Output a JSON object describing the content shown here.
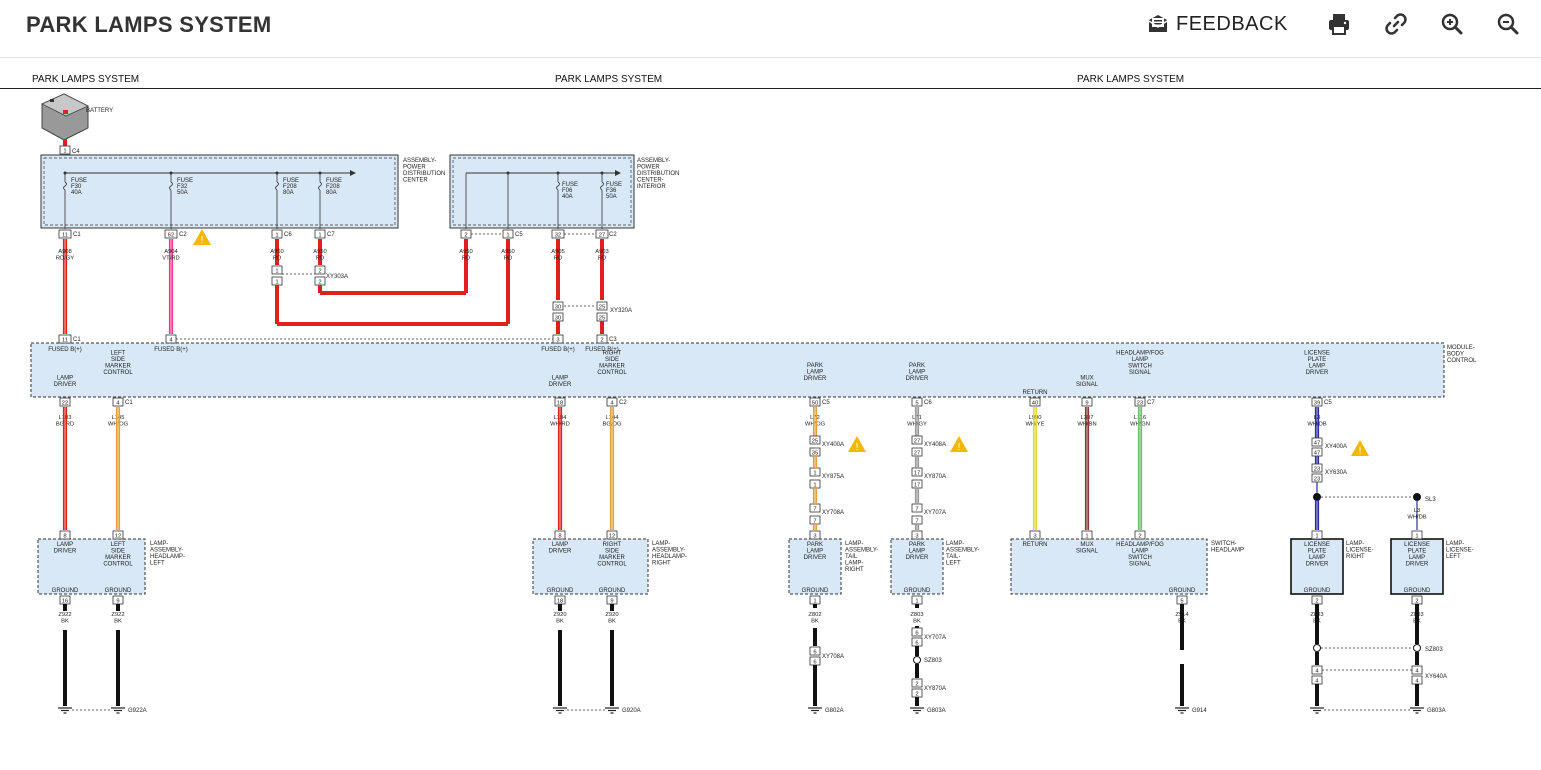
{
  "header": {
    "title": "PARK LAMPS SYSTEM",
    "feedback_label": "FEEDBACK",
    "icons": [
      "feedback-icon",
      "print-icon",
      "link-icon",
      "zoom-in-icon",
      "zoom-out-icon"
    ]
  },
  "diagram": {
    "section_headers": [
      "PARK LAMPS SYSTEM",
      "PARK LAMPS SYSTEM",
      "PARK LAMPS SYSTEM"
    ],
    "battery_label": "BATTERY",
    "battery_connector": "C4",
    "pdc": {
      "name": [
        "ASSEMBLY-",
        "POWER",
        "DISTRIBUTION",
        "CENTER"
      ],
      "fuses": [
        {
          "label": "FUSE",
          "id": "F30",
          "amps": "40A",
          "pin": "11",
          "conn": "C1",
          "wire": "A908",
          "color": "RD/GY"
        },
        {
          "label": "FUSE",
          "id": "F32",
          "amps": "50A",
          "pin": "62",
          "conn": "C2",
          "wire": "A904",
          "color": "VT/RD"
        },
        {
          "label": "FUSE",
          "id": "F208",
          "amps": "80A",
          "pin": "1",
          "conn": "C6",
          "wire": "A950",
          "color": "RD"
        },
        {
          "label": "FUSE",
          "id": "F208",
          "amps": "80A",
          "pin": "1",
          "conn": "C7",
          "wire": "A950",
          "color": "RD"
        }
      ]
    },
    "pdc_interior": {
      "name": [
        "ASSEMBLY-",
        "POWER",
        "DISTRIBUTION",
        "CENTER-",
        "INTERIOR"
      ],
      "fuses": [
        {
          "label": "FUSE",
          "id": "F06",
          "amps": "40A",
          "pin": "32",
          "conn": "",
          "wire": "A905",
          "color": "RD"
        },
        {
          "label": "FUSE",
          "id": "F36",
          "amps": "50A",
          "pin": "27",
          "conn": "C2",
          "wire": "A903",
          "color": "RD"
        }
      ],
      "inputs": [
        {
          "pin": "2",
          "wire": "A950",
          "color": "RD"
        },
        {
          "pin": "1",
          "conn": "C5",
          "wire": "A950",
          "color": "RD"
        }
      ]
    },
    "inline": {
      "xy303a": "XY303A",
      "xy320a": "XY320A",
      "pins_303": [
        "1",
        "2",
        "1",
        "2"
      ],
      "pins_320": [
        "30",
        "25",
        "30",
        "25"
      ]
    },
    "bcm": {
      "name": [
        "MODULE-",
        "BODY",
        "CONTROL"
      ],
      "inputs": [
        {
          "pin": "11",
          "conn": "C1",
          "label": "FUSED B(+)"
        },
        {
          "pin": "4",
          "conn": "",
          "label": "FUSED B(+)"
        },
        {
          "pin": "3",
          "conn": "",
          "label": "FUSED B(+)"
        },
        {
          "pin": "2",
          "conn": "C3",
          "label": "FUSED B(+)"
        }
      ],
      "outputs": [
        {
          "label": [
            "LAMP",
            "DRIVER"
          ],
          "pin": "22",
          "conn": "",
          "wire": "L103",
          "color": "BG/RD"
        },
        {
          "label": [
            "LEFT",
            "SIDE",
            "MARKER",
            "CONTROL"
          ],
          "pin": "4",
          "conn": "C1",
          "wire": "L145",
          "color": "WH/OG"
        },
        {
          "label": [
            "LAMP",
            "DRIVER"
          ],
          "pin": "18",
          "conn": "",
          "wire": "L104",
          "color": "WH/RD"
        },
        {
          "label": [
            "RIGHT",
            "SIDE",
            "MARKER",
            "CONTROL"
          ],
          "pin": "4",
          "conn": "C2",
          "wire": "L144",
          "color": "BG/OG"
        },
        {
          "label": [
            "PARK",
            "LAMP",
            "DRIVER"
          ],
          "pin": "50",
          "conn": "C5",
          "wire": "L72",
          "color": "WH/OG"
        },
        {
          "label": [
            "PARK",
            "LAMP",
            "DRIVER"
          ],
          "pin": "5",
          "conn": "C6",
          "wire": "L71",
          "color": "WH/GY"
        },
        {
          "label": [
            "RETURN"
          ],
          "pin": "40",
          "conn": "",
          "wire": "L900",
          "color": "WH/YE"
        },
        {
          "label": [
            "MUX",
            "SIGNAL"
          ],
          "pin": "9",
          "conn": "",
          "wire": "L307",
          "color": "WH/BN"
        },
        {
          "label": [
            "HEADLAMP/FOG",
            "LAMP",
            "SWITCH",
            "SIGNAL"
          ],
          "pin": "23",
          "conn": "C7",
          "wire": "L116",
          "color": "WH/GN"
        },
        {
          "label": [
            "LICENSE",
            "PLATE",
            "LAMP",
            "DRIVER"
          ],
          "pin": "39",
          "conn": "C5",
          "wire": "L3",
          "color": "WH/DB"
        }
      ]
    },
    "inline_lower": {
      "park_r": [
        {
          "pin": "25",
          "name": "XY400A"
        },
        {
          "pin": "35",
          "name": ""
        },
        {
          "pin": "1",
          "name": "XY875A"
        },
        {
          "pin": "1",
          "name": ""
        },
        {
          "pin": "7",
          "name": "XY708A"
        },
        {
          "pin": "7",
          "name": ""
        }
      ],
      "park_l": [
        {
          "pin": "27",
          "name": "XY408A"
        },
        {
          "pin": "27",
          "name": ""
        },
        {
          "pin": "17",
          "name": "XY870A"
        },
        {
          "pin": "17",
          "name": ""
        },
        {
          "pin": "7",
          "name": "XY707A"
        },
        {
          "pin": "7",
          "name": ""
        }
      ],
      "lic": [
        {
          "pin": "47",
          "name": "XY400A"
        },
        {
          "pin": "47",
          "name": ""
        },
        {
          "pin": "23",
          "name": "XY630A"
        },
        {
          "pin": "23",
          "name": ""
        }
      ],
      "lic_splice": "SL3",
      "lic_wire2": {
        "wire": "L3",
        "color": "WH/DB"
      }
    },
    "loads": [
      {
        "name": [
          "LAMP-",
          "ASSEMBLY-",
          "HEADLAMP-",
          "LEFT"
        ],
        "pins": [
          {
            "pin": "8",
            "label": [
              "LAMP",
              "DRIVER"
            ]
          },
          {
            "pin": "12",
            "label": [
              "LEFT",
              "SIDE",
              "MARKER",
              "CONTROL"
            ]
          }
        ],
        "ground": [
          {
            "pin": "16",
            "wire": "Z922",
            "color": "BK"
          },
          {
            "pin": "9",
            "wire": "Z922",
            "color": "BK"
          }
        ],
        "gnd_label": "G922A"
      },
      {
        "name": [
          "LAMP-",
          "ASSEMBLY-",
          "HEADLAMP-",
          "RIGHT"
        ],
        "pins": [
          {
            "pin": "8",
            "label": [
              "LAMP",
              "DRIVER"
            ]
          },
          {
            "pin": "12",
            "label": [
              "RIGHT",
              "SIDE",
              "MARKER",
              "CONTROL"
            ]
          }
        ],
        "ground": [
          {
            "pin": "18",
            "wire": "Z920",
            "color": "BK"
          },
          {
            "pin": "9",
            "wire": "Z920",
            "color": "BK"
          }
        ],
        "gnd_label": "G920A"
      },
      {
        "name": [
          "LAMP-",
          "ASSEMBLY-",
          "TAIL",
          "LAMP-",
          "RIGHT"
        ],
        "pins": [
          {
            "pin": "3",
            "label": [
              "PARK",
              "LAMP",
              "DRIVER"
            ]
          }
        ],
        "ground": [
          {
            "pin": "1",
            "wire": "Z802",
            "color": "BK"
          }
        ],
        "splice": [
          {
            "pin": "6",
            "name": "XY708A"
          },
          {
            "pin": "6",
            "name": ""
          }
        ],
        "gnd_label": "G802A"
      },
      {
        "name": [
          "LAMP-",
          "ASSEMBLY-",
          "TAIL-",
          "LEFT"
        ],
        "pins": [
          {
            "pin": "3",
            "label": [
              "PARK",
              "LAMP",
              "DRIVER"
            ]
          }
        ],
        "ground": [
          {
            "pin": "1",
            "wire": "Z803",
            "color": "BK"
          }
        ],
        "splice": [
          {
            "pin": "6",
            "name": "XY707A"
          },
          {
            "pin": "6",
            "name": ""
          },
          {
            "pin": "",
            "name": "SZ803"
          },
          {
            "pin": "2",
            "name": "XY870A"
          },
          {
            "pin": "2",
            "name": ""
          }
        ],
        "gnd_label": "G803A"
      },
      {
        "name": [
          "SWITCH-",
          "HEADLAMP"
        ],
        "pins": [
          {
            "pin": "3",
            "label": [
              "RETURN"
            ]
          },
          {
            "pin": "1",
            "label": [
              "MUX",
              "SIGNAL"
            ]
          },
          {
            "pin": "2",
            "label": [
              "HEADLAMP/FOG",
              "LAMP",
              "SWITCH",
              "SIGNAL"
            ]
          }
        ],
        "ground": [
          {
            "pin": "5",
            "wire": "Z914",
            "color": "BK"
          }
        ],
        "gnd_label": "G914"
      },
      {
        "name": [
          "LAMP-",
          "LICENSE-",
          "RIGHT"
        ],
        "pins": [
          {
            "pin": "1",
            "label": [
              "LICENSE",
              "PLATE",
              "LAMP",
              "DRIVER"
            ]
          }
        ],
        "ground": [
          {
            "pin": "2",
            "wire": "Z803",
            "color": "BK"
          }
        ]
      },
      {
        "name": [
          "LAMP-",
          "LICENSE-",
          "LEFT"
        ],
        "pins": [
          {
            "pin": "1",
            "label": [
              "LICENSE",
              "PLATE",
              "LAMP",
              "DRIVER"
            ]
          }
        ],
        "ground": [
          {
            "pin": "2",
            "wire": "Z803",
            "color": "BK"
          }
        ],
        "splice": [
          {
            "pin": "",
            "name": "SZ803"
          },
          {
            "pin": "4",
            "name": "XY640A"
          },
          {
            "pin": "4",
            "name": ""
          }
        ],
        "gnd_label": "G803A"
      }
    ],
    "ground_word": "GROUND",
    "colors": {
      "red": "#e02020",
      "pink": "#ec3b8e",
      "orange": "#e2a23a",
      "yellow": "#e6d63c",
      "green": "#6cc06c",
      "blue": "#2c2ca8",
      "brown": "#8b3a3a",
      "box": "#d8e8f6",
      "warn": "#f5b800"
    }
  }
}
